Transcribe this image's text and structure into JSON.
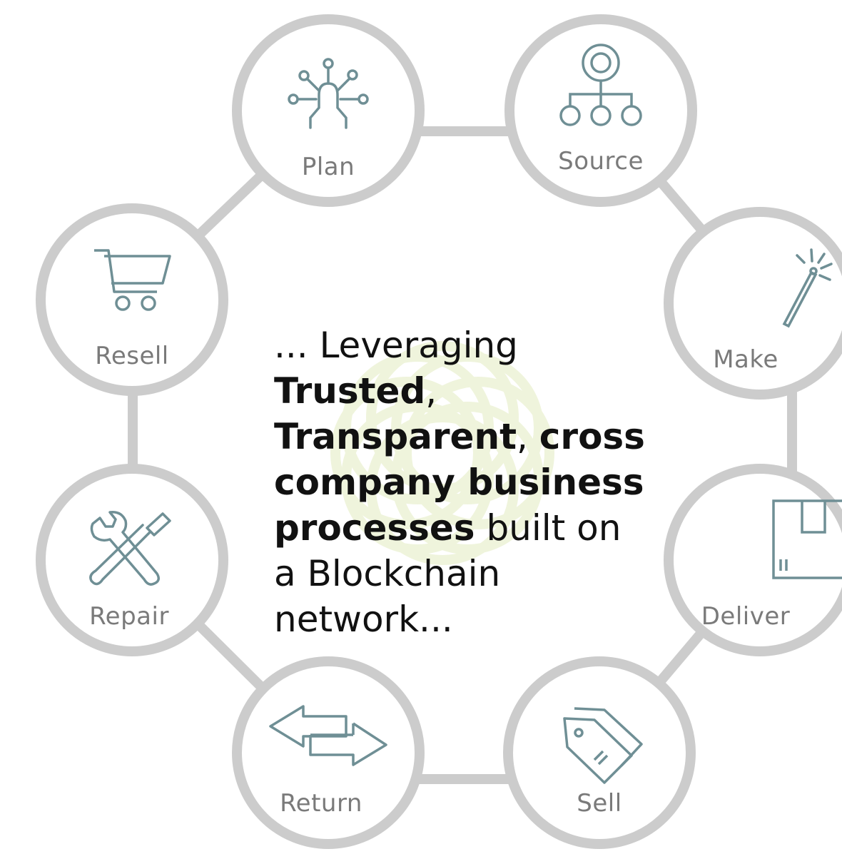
{
  "nodes": {
    "plan": "Plan",
    "source": "Source",
    "make": "Make",
    "deliver": "Deliver",
    "sell": "Sell",
    "return": "Return",
    "repair": "Repair",
    "resell": "Resell"
  },
  "center": {
    "intro": "... Leveraging",
    "trusted": "Trusted",
    "comma1": ",",
    "transparent": "Transparent",
    "comma2": ", ",
    "bold_tail": "cross company business processes",
    "tail": " built on a Blockchain network..."
  },
  "colors": {
    "ring": "#cccccc",
    "icon": "#6f8f95",
    "label": "#7a7a7a",
    "watermark": "#eef3d9"
  },
  "icons": {
    "plan": "mind-network-icon",
    "source": "hierarchy-icon",
    "make": "magic-wand-icon",
    "deliver": "box-icon",
    "sell": "price-tags-icon",
    "return": "exchange-arrows-icon",
    "repair": "wrench-screwdriver-icon",
    "resell": "shopping-cart-icon"
  }
}
